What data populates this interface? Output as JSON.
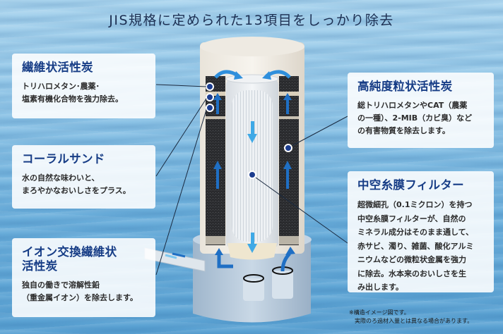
{
  "title": "JIS規格に定められた13項目をしっかり除去",
  "left_boxes": [
    {
      "heading": "繊維状活性炭",
      "description": "トリハロメタン･農薬･\n塩素有機化合物を強力除去。"
    },
    {
      "heading": "コーラルサンド",
      "description": "水の自然な味わいと、\nまろやかなおいしさをプラス。"
    },
    {
      "heading": "イオン交換繊維状\n活性炭",
      "description": "独自の働きで溶解性鉛\n（重金属イオン）を除去します。"
    }
  ],
  "right_boxes": [
    {
      "heading": "高純度粒状活性炭",
      "description": "総トリハロメタンやCAT（農薬\nの一種）、2-MIB（カビ臭）など\nの有害物質を除去します。"
    },
    {
      "heading": "中空糸膜フィルター",
      "description": "超微細孔（0.1ミクロン）を持つ\n中空糸膜フィルターが、自然の\nミネラル成分はそのまま通して、\n赤サビ、濁り、雑菌、酸化アルミ\nニウムなどの微粒状金属を強力\nに除去。水本来のおいしさを生\nみ出します。"
    }
  ],
  "note": "※構造イメージ図です。\n　実際のろ過材入量とは異なる場合があります。",
  "colors": {
    "heading": "#173d86",
    "arrow_dark": "#1f6fc4",
    "arrow_light": "#3fa9e6",
    "marker": "#1c3d8f"
  }
}
